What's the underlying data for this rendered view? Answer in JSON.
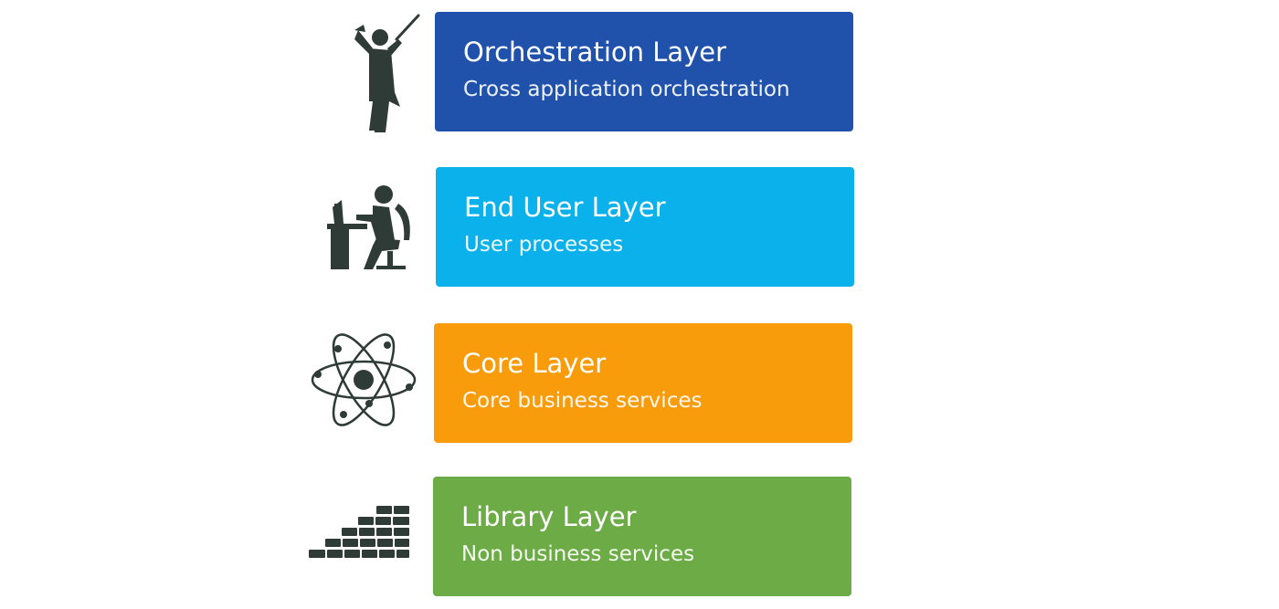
{
  "layers": [
    {
      "title": "Orchestration Layer",
      "subtitle": "Cross application orchestration",
      "color": "#2152ab",
      "icon": "conductor-icon"
    },
    {
      "title": "End User Layer",
      "subtitle": "User processes",
      "color": "#0ab1ea",
      "icon": "user-at-computer-icon"
    },
    {
      "title": "Core Layer",
      "subtitle": "Core business services",
      "color": "#f99c0b",
      "icon": "atom-icon"
    },
    {
      "title": "Library Layer",
      "subtitle": "Non business services",
      "color": "#6cab45",
      "icon": "brick-wall-icon"
    }
  ],
  "icon_color": "#2f3b36"
}
